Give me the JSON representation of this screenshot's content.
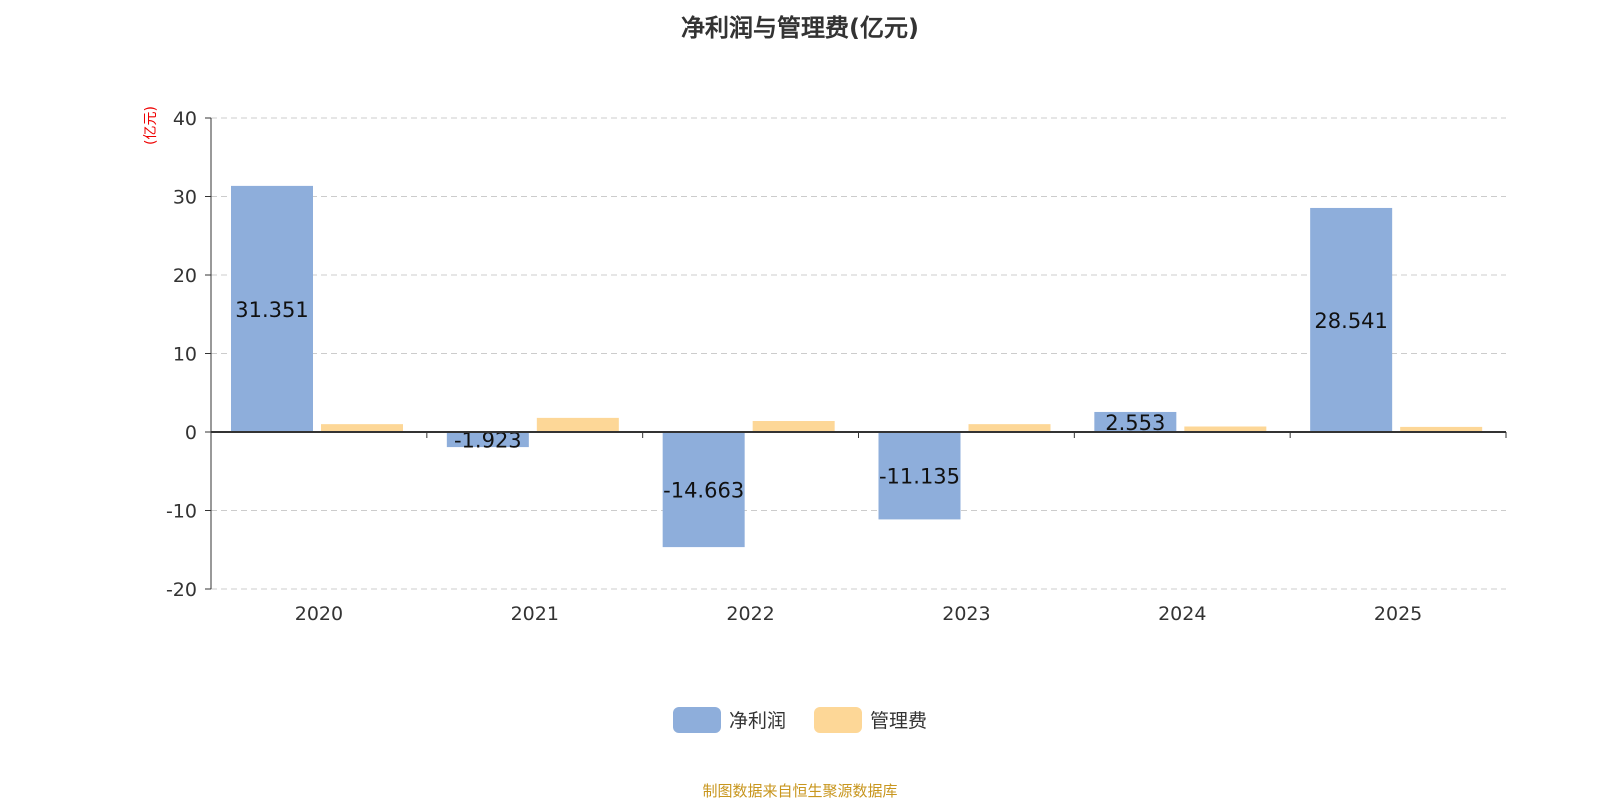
{
  "chart_data": {
    "type": "bar",
    "title": "净利润与管理费(亿元)",
    "ylabel": "(亿元)",
    "xlabel": "",
    "categories": [
      "2020",
      "2021",
      "2022",
      "2023",
      "2024",
      "2025"
    ],
    "series": [
      {
        "name": "净利润",
        "color": "#8eaedb",
        "values": [
          31.351,
          -1.923,
          -14.663,
          -11.135,
          2.553,
          28.541
        ],
        "labels": [
          "31.351",
          "-1.923",
          "-14.663",
          "-11.135",
          "2.553",
          "28.541"
        ]
      },
      {
        "name": "管理费",
        "color": "#fdd797",
        "values": [
          1.0,
          1.8,
          1.4,
          1.0,
          0.7,
          0.65
        ]
      }
    ],
    "ylim": [
      -20,
      40
    ],
    "yticks": [
      "40",
      "30",
      "20",
      "10",
      "0",
      "-10",
      "-20"
    ],
    "grid": true,
    "legend": "bottom"
  },
  "source": "制图数据来自恒生聚源数据库"
}
